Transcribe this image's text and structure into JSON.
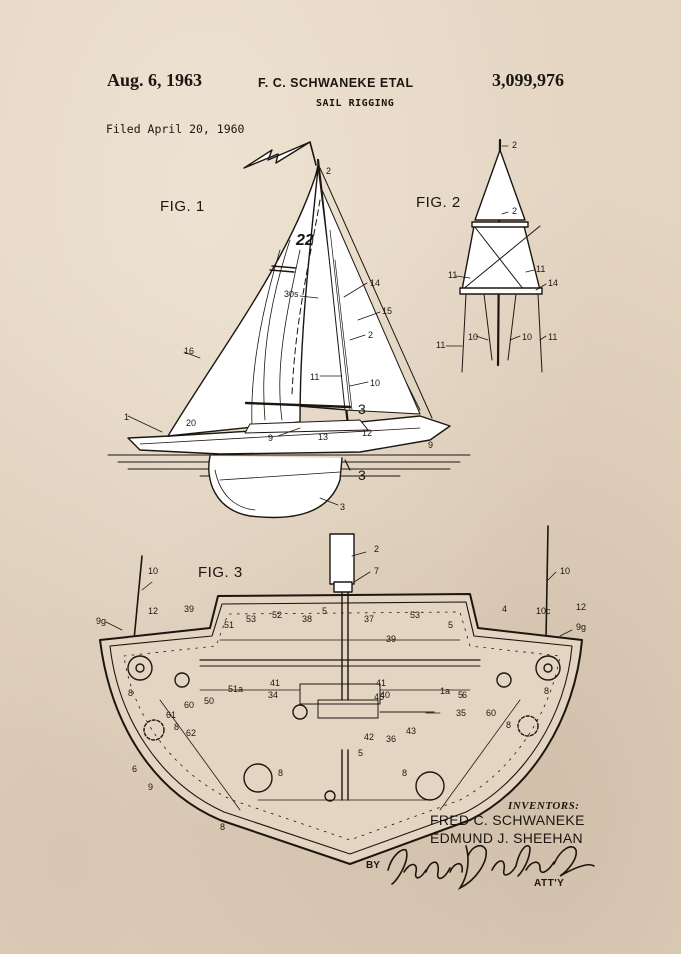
{
  "header": {
    "date": "Aug. 6, 1963",
    "inventors_line": "F. C. SCHWANEKE ETAL",
    "patent_number": "3,099,976",
    "title": "SAIL RIGGING",
    "filed": "Filed April 20, 1960"
  },
  "figures": {
    "fig1": "FIG. 1",
    "fig2": "FIG. 2",
    "fig3": "FIG. 3",
    "sail_number": "22"
  },
  "signature_block": {
    "inventors_label": "INVENTORS:",
    "inventor_1": "FRED C. SCHWANEKE",
    "inventor_2": "EDMUND J. SHEEHAN",
    "by_label": "BY",
    "signature": "Ivatom D. Harbaugh",
    "attorney_label": "ATT'Y"
  },
  "colors": {
    "paper": "#e4d5c2",
    "ink": "#1c1610",
    "sail_fill": "#ffffff"
  }
}
